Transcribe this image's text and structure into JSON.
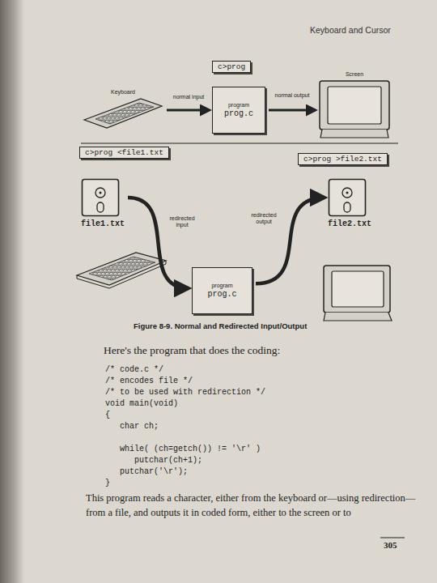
{
  "diagram": {
    "caption": "Figure 8-9. Normal and Redirected Input/Output",
    "nodes": [
      {
        "text": [
          "c>prog"
        ]
      },
      {
        "text": [
          "Keyboard"
        ]
      },
      {
        "text": [
          "program",
          "prog.c"
        ]
      },
      {
        "text": [
          "Screen"
        ]
      },
      {
        "text": [
          "c>prog <file1.txt"
        ]
      },
      {
        "text": [
          "c>prog >file2.txt"
        ]
      },
      {
        "text": [
          "file1.txt"
        ]
      },
      {
        "text": [
          "file2.txt"
        ]
      },
      {
        "text": [
          "program",
          "prog.c"
        ]
      }
    ],
    "edges": [
      {
        "from": 1,
        "to": 2,
        "label": "normal input",
        "arrow": "to"
      },
      {
        "from": 2,
        "to": 3,
        "label": "normal output",
        "arrow": "to"
      },
      {
        "from": 6,
        "to": 8,
        "label": "redirected input",
        "arrow": "to"
      },
      {
        "from": 8,
        "to": 7,
        "label": "redirected output",
        "arrow": "to"
      }
    ],
    "labels": [
      "Keyboard and Cursor",
      "Here's the program that does the coding:",
      "/* code.c */",
      "/* encodes file */",
      "/* to be used with redirection */",
      "void main(void)",
      "{",
      "   char ch;",
      "   while( (ch=getch()) != '\\r' )",
      "      putchar(ch+1);",
      "   putchar('\\r');",
      "}",
      "This program reads a character, either from the keyboard or—using redirection—from a file, and outputs it in coded form, either to the screen or to",
      "305"
    ]
  }
}
